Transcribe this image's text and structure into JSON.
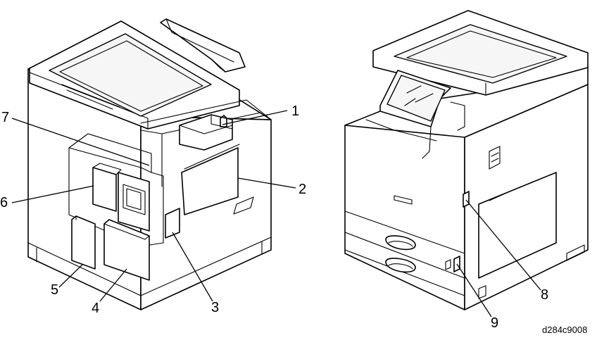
{
  "figure": {
    "figure_id": "d284c9008",
    "callouts": [
      {
        "id": "1",
        "label": "1"
      },
      {
        "id": "2",
        "label": "2"
      },
      {
        "id": "3",
        "label": "3"
      },
      {
        "id": "4",
        "label": "4"
      },
      {
        "id": "5",
        "label": "5"
      },
      {
        "id": "6",
        "label": "6"
      },
      {
        "id": "7",
        "label": "7"
      },
      {
        "id": "8",
        "label": "8"
      },
      {
        "id": "9",
        "label": "9"
      }
    ]
  }
}
